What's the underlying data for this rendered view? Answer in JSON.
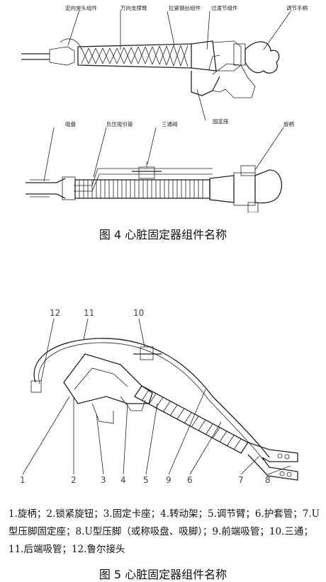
{
  "figure4": {
    "top_labels": [
      "定向夹头组件",
      "万向支撑臂",
      "拉紧钢丝组件",
      "过渡节组件",
      "调节手柄",
      "固定座"
    ],
    "bottom_labels": [
      "吸盘",
      "负压吸引管",
      "三通阀",
      "旋柄"
    ],
    "caption": "图 4 心脏固定器组件名称"
  },
  "figure5": {
    "numbers": [
      "1",
      "2",
      "3",
      "4",
      "5",
      "9",
      "6",
      "7",
      "8",
      "10",
      "11",
      "12"
    ],
    "legend": "1.旋柄；2.锁紧旋钮；3.固定卡座；4.转动架；5.调节臂；6.护套管；7.U型压脚固定座；8.U型压脚（或称吸盘、吸脚）；9.前端吸管；10.三通；11.后端吸管；12.鲁尔接头",
    "caption": "图 5 心脏固定器组件名称"
  }
}
